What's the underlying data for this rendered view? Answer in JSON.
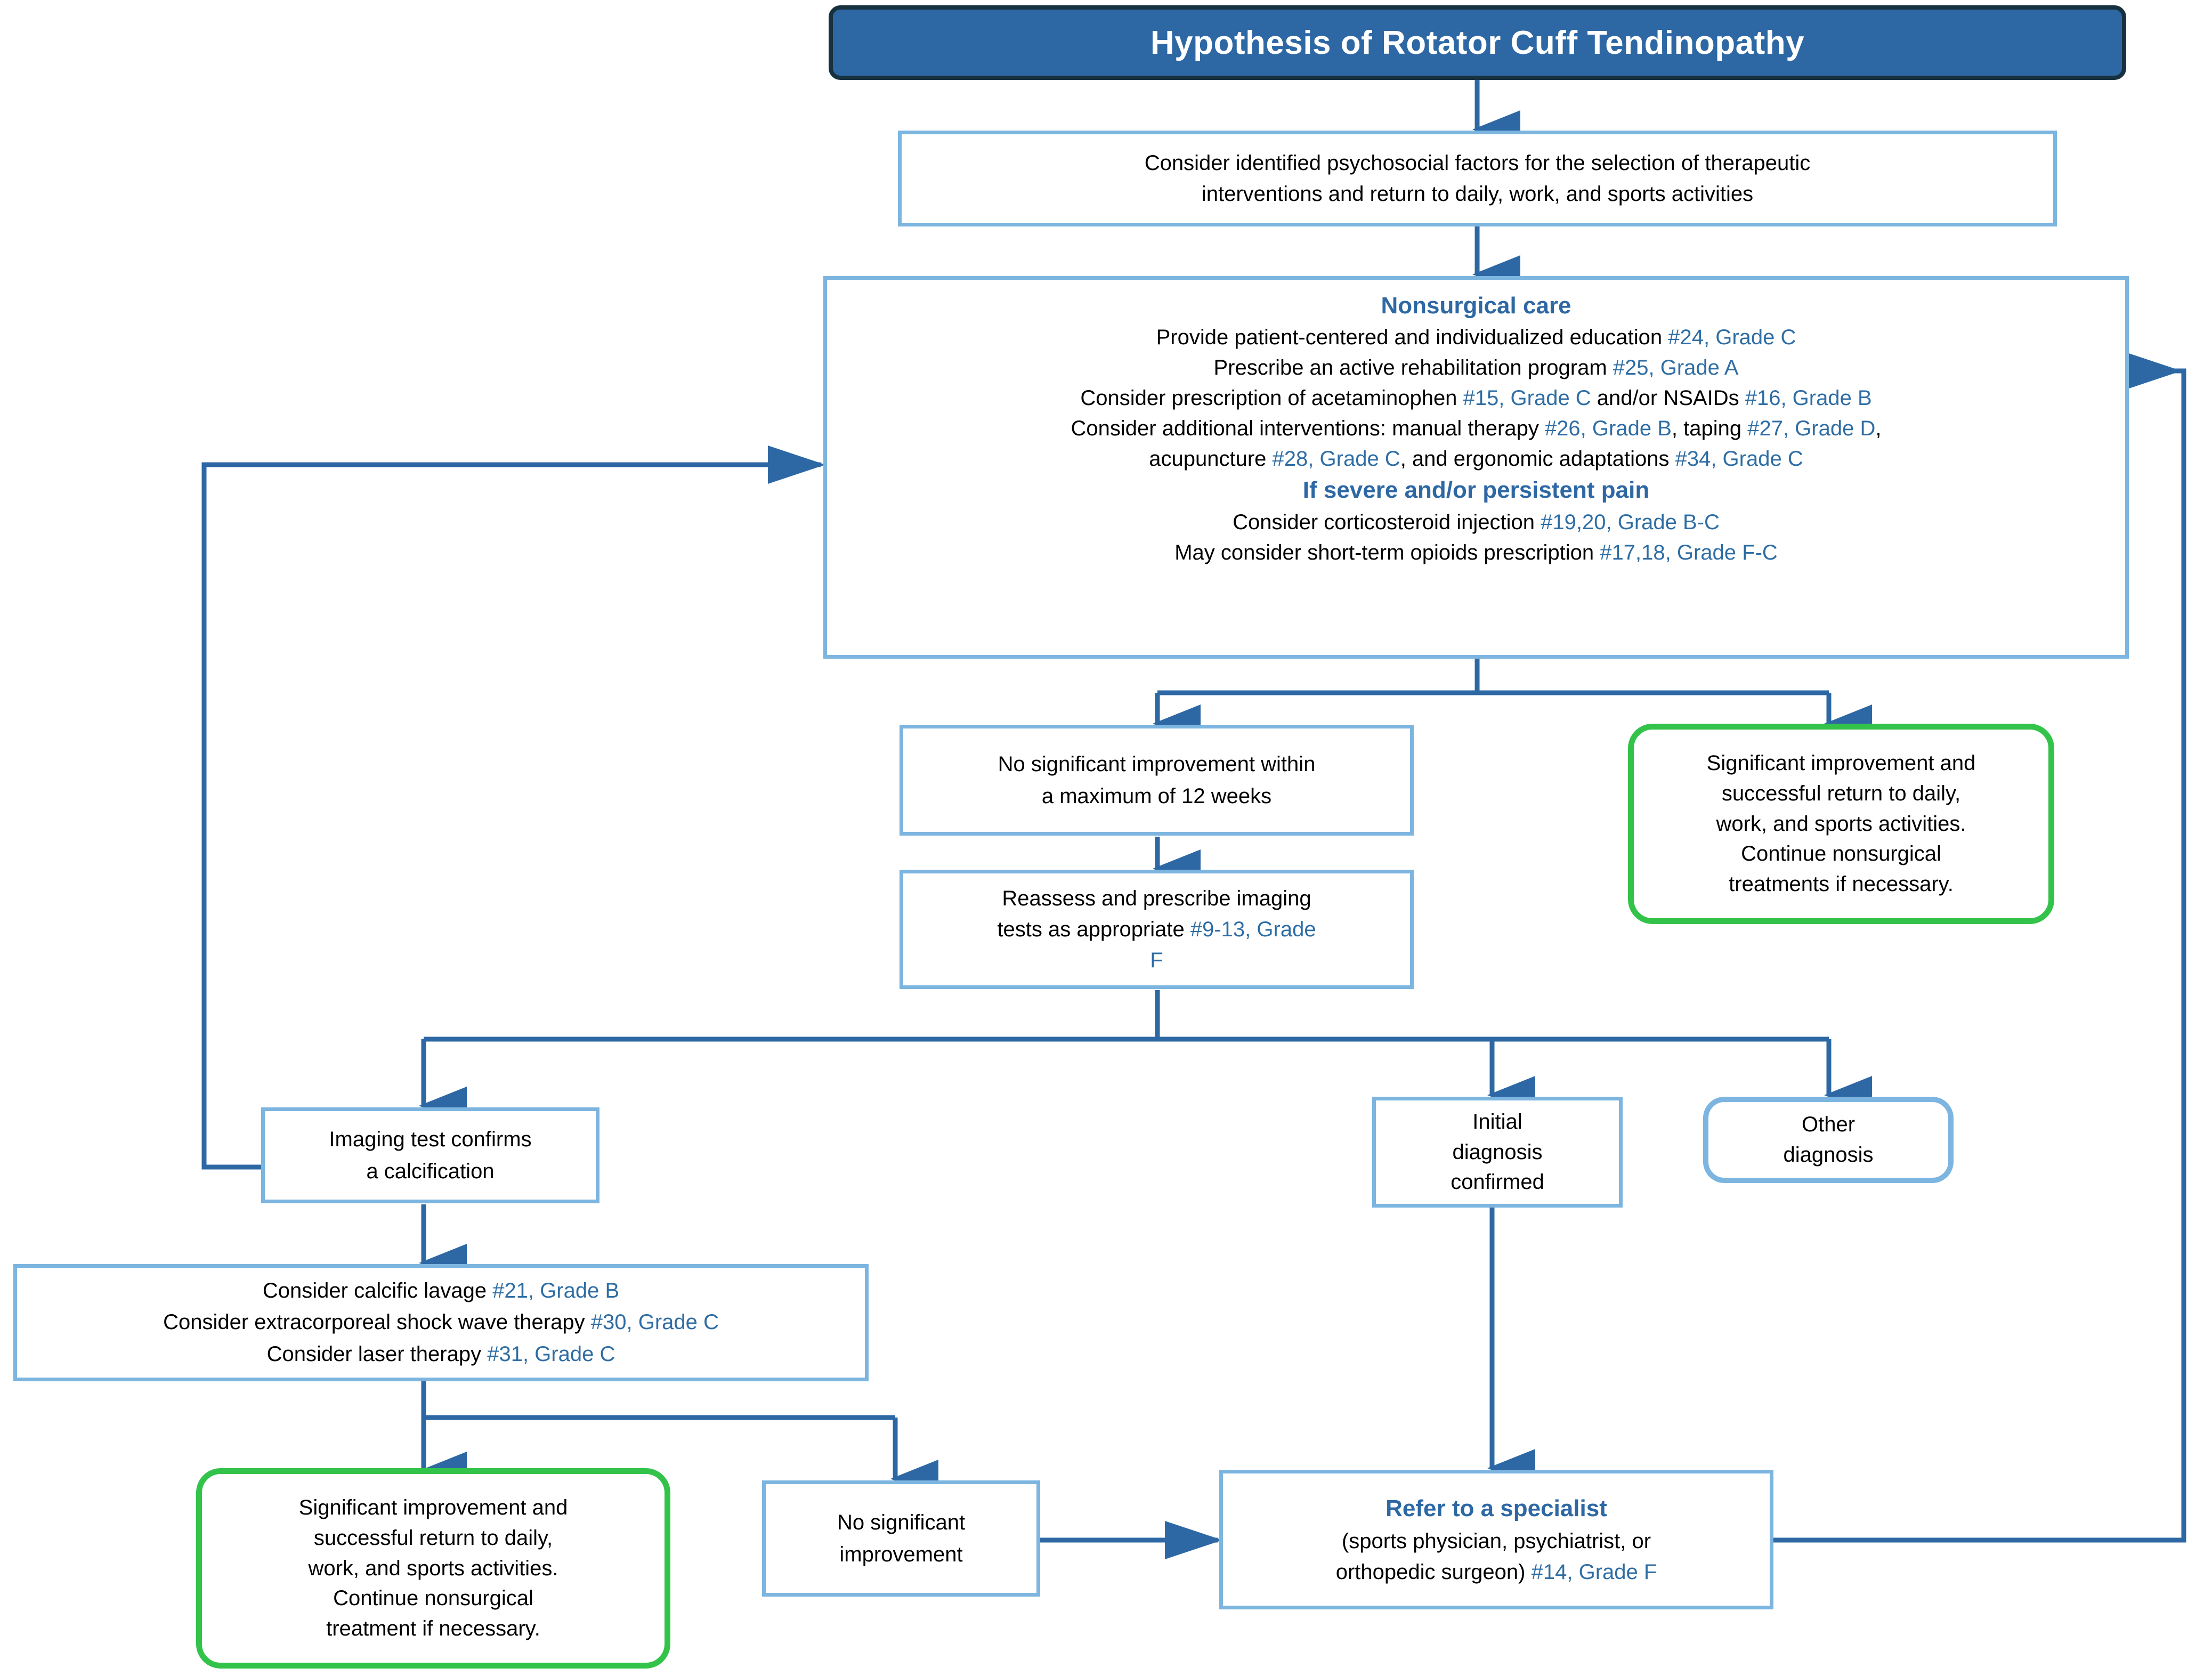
{
  "meta": {
    "colors": {
      "title_bg": "#2E68A4",
      "title_border": "#17313E",
      "box_border_blue": "#7CB5DF",
      "box_border_green": "#34C34A",
      "accent_text": "#2E6DA4",
      "connector": "#2E68A4",
      "body_text": "#000000",
      "background": "#FFFFFF"
    }
  },
  "title": {
    "text": "Hypothesis of Rotator Cuff Tendinopathy"
  },
  "nodes": {
    "psychosocial": {
      "lines": [
        "Consider identified psychosocial factors for the selection of therapeutic",
        "interventions and return to daily, work, and sports activities"
      ]
    },
    "nonsurgical": {
      "heading": "Nonsurgical care",
      "subheading": "If severe and/or persistent pain",
      "lines": [
        {
          "text": "Provide patient-centered and individualized education ",
          "accent": "#24, Grade C",
          "tail": ""
        },
        {
          "text": "Prescribe an active rehabilitation program ",
          "accent": "#25, Grade A",
          "tail": ""
        },
        {
          "text": "Consider prescription of acetaminophen ",
          "accent": "#15, Grade C",
          "tail": " and/or NSAIDs ",
          "accent2": "#16, Grade B"
        },
        {
          "text": "Consider additional interventions: manual therapy ",
          "accent": "#26, Grade B",
          "tail": ", taping ",
          "accent2": "#27, Grade D",
          "tail2": ","
        },
        {
          "text": "acupuncture ",
          "accent": "#28, Grade C",
          "tail": ", and ergonomic adaptations ",
          "accent2": "#34, Grade C"
        }
      ],
      "severe_lines": [
        {
          "text": "Consider corticosteroid injection ",
          "accent": "#19,20, Grade B-C"
        },
        {
          "text": "May consider short-term opioids prescription ",
          "accent": "#17,18, Grade F-C"
        }
      ]
    },
    "no_improvement_12w": {
      "lines": [
        "No significant improvement within",
        "a maximum of 12 weeks"
      ]
    },
    "reassess": {
      "pre": "Reassess and prescribe imaging",
      "mid": "tests as appropriate ",
      "accent": "#9-13, Grade",
      "accent_line2": "F"
    },
    "success_top": {
      "lines": [
        "Significant improvement and",
        "successful return to daily,",
        "work, and sports activities.",
        "Continue nonsurgical",
        "treatments if necessary."
      ]
    },
    "calcification": {
      "lines": [
        "Imaging test confirms",
        "a calcification"
      ]
    },
    "initial_diagnosis": {
      "lines": [
        "Initial",
        "diagnosis",
        "confirmed"
      ]
    },
    "other_diagnosis": {
      "lines": [
        "Other",
        "diagnosis"
      ]
    },
    "calcific_treatments": {
      "lines": [
        {
          "text": "Consider calcific lavage ",
          "accent": "#21, Grade B"
        },
        {
          "text": "Consider extracorporeal shock wave therapy ",
          "accent": "#30, Grade C"
        },
        {
          "text": "Consider laser therapy  ",
          "accent": "#31, Grade C"
        }
      ]
    },
    "success_bottom": {
      "lines": [
        "Significant improvement and",
        "successful return to daily,",
        "work, and sports activities.",
        "Continue nonsurgical",
        "treatment if necessary."
      ]
    },
    "no_improvement": {
      "lines": [
        "No significant",
        "improvement"
      ]
    },
    "refer_specialist": {
      "heading": "Refer to a specialist",
      "line1": "(sports physician, psychiatrist, or",
      "line2_pre": "orthopedic surgeon) ",
      "line2_accent": "#14, Grade F"
    }
  }
}
